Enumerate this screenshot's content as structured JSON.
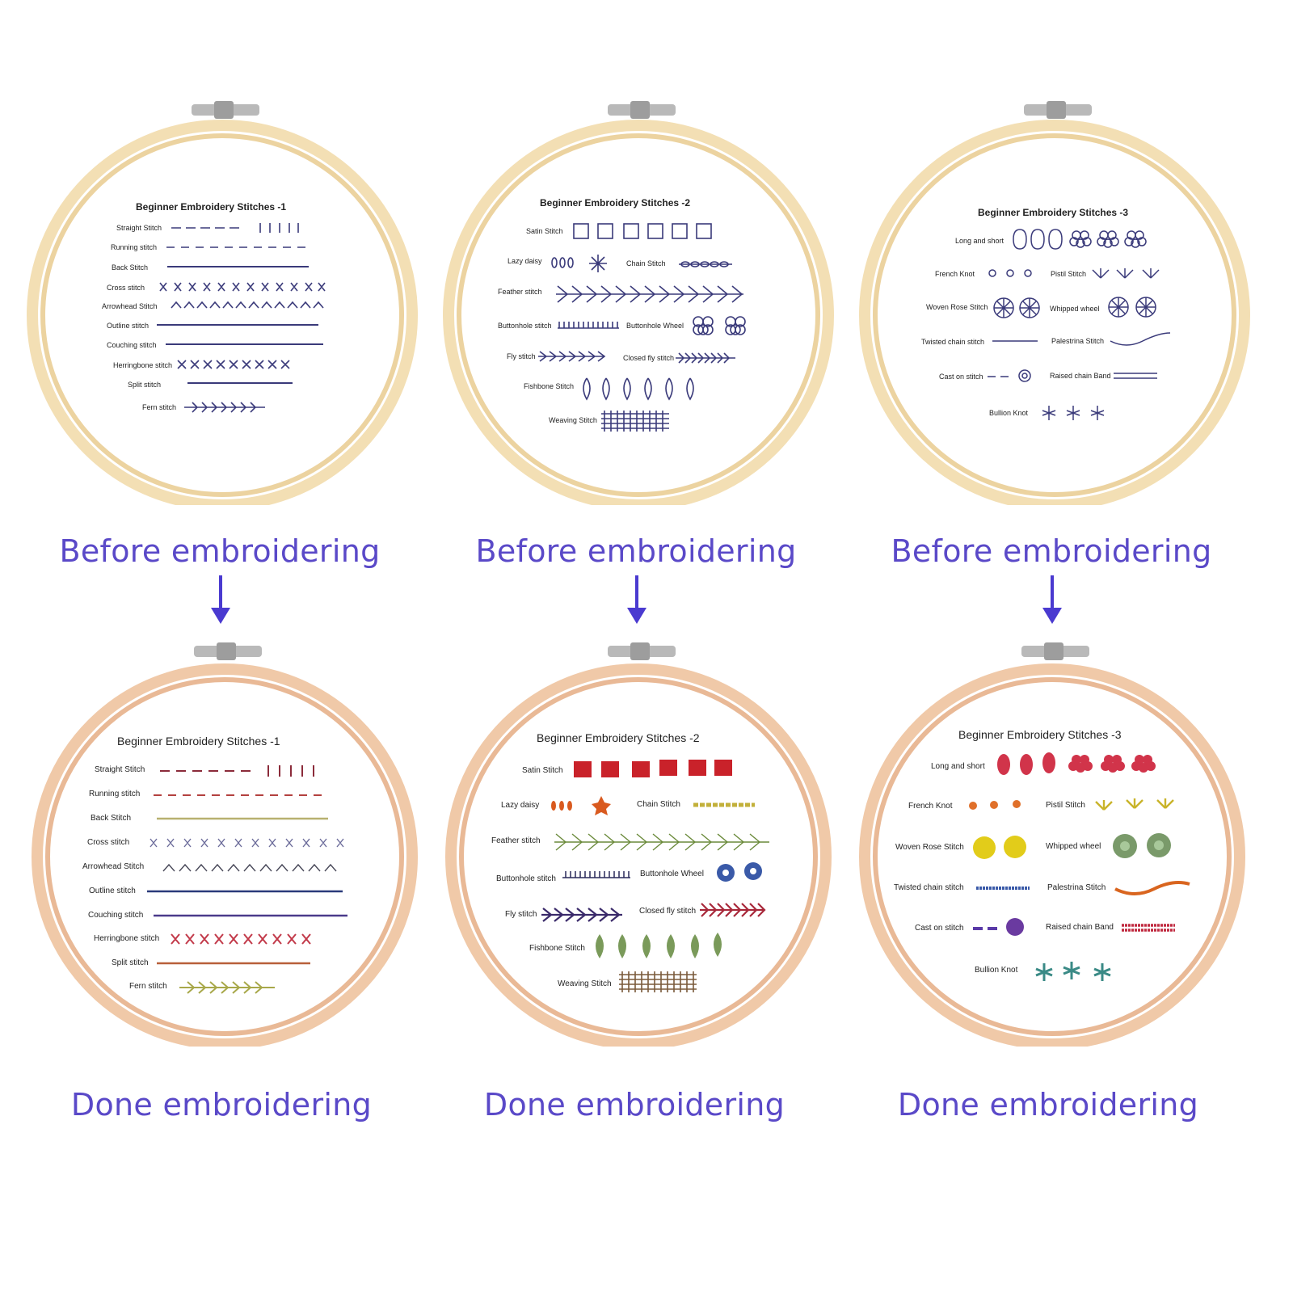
{
  "captions": {
    "before": "Before embroidering",
    "done": "Done embroidering"
  },
  "colors": {
    "caption": "#5a49c8",
    "arrow": "#4a3ad0",
    "hoop_before": "#f3dfb4",
    "hoop_done": "#f0c9a8",
    "pattern_ink": "#3a3a7a"
  },
  "hoops": [
    {
      "title": "Beginner Embroidery Stitches -1",
      "stitches": [
        "Straight Stitch",
        "Running stitch",
        "Back Stitch",
        "Cross stitch",
        "Arrowhead Stitch",
        "Outline stitch",
        "Couching stitch",
        "Herringbone stitch",
        "Split stitch",
        "Fern stitch"
      ]
    },
    {
      "title": "Beginner Embroidery Stitches -2",
      "stitches": [
        "Satin Stitch",
        "Lazy daisy",
        "Chain Stitch",
        "Feather stitch",
        "Buttonhole stitch",
        "Buttonhole Wheel",
        "Fly stitch",
        "Closed fly stitch",
        "Fishbone Stitch",
        "Weaving Stitch"
      ]
    },
    {
      "title": "Beginner Embroidery Stitches -3",
      "stitches": [
        "Long and short",
        "French Knot",
        "Pistil Stitch",
        "Woven Rose Stitch",
        "Whipped wheel",
        "Twisted chain stitch",
        "Palestrina Stitch",
        "Cast on stitch",
        "Raised chain Band",
        "Bullion Knot"
      ]
    }
  ]
}
